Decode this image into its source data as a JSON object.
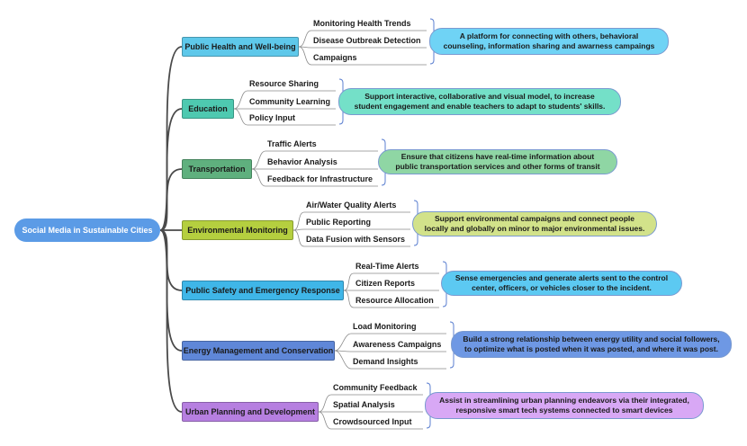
{
  "root": {
    "label": "Social Media in Sustainable Cities",
    "color": "#5b9be6"
  },
  "branches": [
    {
      "label": "Public Health and Well-being",
      "color": "#5ec8ea",
      "items": [
        "Monitoring Health Trends",
        "Disease Outbreak Detection",
        "Campaigns"
      ],
      "description": "A platform for connecting with others, behavioral counseling, information sharing and awarness campaings",
      "desc_color": "#6fd3f5"
    },
    {
      "label": "Education",
      "color": "#4ec9b0",
      "items": [
        "Resource Sharing",
        "Community Learning",
        "Policy Input"
      ],
      "description": "Support interactive, collaborative and visual model, to increase student engagement  and enable teachers to adapt to students' skills.",
      "desc_color": "#74e0c8"
    },
    {
      "label": "Transportation",
      "color": "#5fb07e",
      "items": [
        "Traffic Alerts",
        "Behavior Analysis",
        "Feedback for Infrastructure"
      ],
      "description": "Ensure that citizens have real-time information about public transportation services and other forms of transit",
      "desc_color": "#8fd6a4"
    },
    {
      "label": "Environmental Monitoring",
      "color": "#b5cf3f",
      "items": [
        "Air/Water Quality Alerts",
        "Public Reporting",
        "Data Fusion with Sensors"
      ],
      "description": "Support environmental campaigns and connect people locally and globally on minor to major environmental issues.",
      "desc_color": "#d2e28a"
    },
    {
      "label": "Public Safety and Emergency Response",
      "color": "#3fb6e8",
      "items": [
        "Real-Time Alerts",
        "Citizen Reports",
        "Resource Allocation"
      ],
      "description": "Sense emergencies and generate alerts sent to the control center, officers, or vehicles closer to the incident.",
      "desc_color": "#5cc9f2"
    },
    {
      "label": "Energy Management and Conservation",
      "color": "#5f87d8",
      "items": [
        "Load Monitoring",
        "Awareness Campaigns",
        "Demand Insights"
      ],
      "description": "Build a strong relationship between energy utility and social followers, to optimize what is posted when it was posted, and where it was post.",
      "desc_color": "#6e98e4"
    },
    {
      "label": "Urban Planning and Development",
      "color": "#b67fe0",
      "items": [
        "Community Feedback",
        "Spatial Analysis",
        "Crowdsourced Input"
      ],
      "description": "Assist in streamlining urban planning  endeavors via their integrated, responsive  smart tech systems connected to smart devices",
      "desc_color": "#d8a8f5"
    }
  ]
}
